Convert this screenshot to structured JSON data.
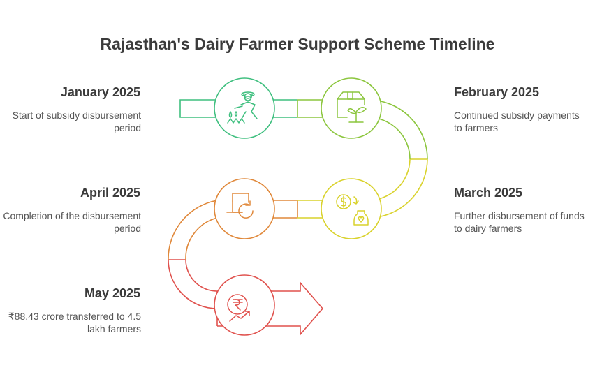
{
  "title": "Rajasthan's Dairy Farmer Support Scheme Timeline",
  "steps": [
    {
      "title": "January 2025",
      "desc": "Start of subsidy disbursement period",
      "color": "#3fbf7f",
      "icon": "farmer-icon"
    },
    {
      "title": "February 2025",
      "desc": "Continued subsidy payments to farmers",
      "color": "#8cc63e",
      "icon": "box-sprout-icon"
    },
    {
      "title": "March 2025",
      "desc": "Further disbursement of funds to dairy farmers",
      "color": "#d9d22c",
      "icon": "money-milk-icon"
    },
    {
      "title": "April 2025",
      "desc": "Completion of the disbursement period",
      "color": "#e0883a",
      "icon": "cycle-complete-icon"
    },
    {
      "title": "May 2025",
      "desc": "₹88.43 crore transferred to 4.5 lakh farmers",
      "color": "#e0514d",
      "icon": "rupee-growth-icon"
    }
  ]
}
